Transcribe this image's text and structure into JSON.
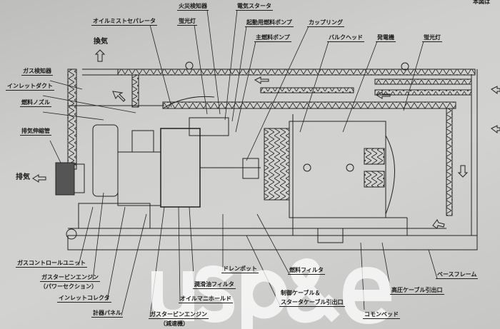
{
  "corner_note": "本図は",
  "labels": {
    "fire_detector": "火災検知器",
    "electric_starter": "電気スタータ",
    "oil_mist_separator": "オイルミストセパレータ",
    "fluorescent_light_left": "蛍光灯",
    "start_fuel_pump": "起動用燃料ポンプ",
    "coupling": "カップリング",
    "main_fuel_pump": "主燃料ポンプ",
    "bulkhead": "バルクヘッド",
    "generator": "発電機",
    "fluorescent_light_right": "蛍光灯",
    "ventilation": "換気",
    "gas_detector": "ガス検知器",
    "inlet_duct": "インレットダクト",
    "fuel_nozzle": "燃料ノズル",
    "exhaust_expansion_pipe": "排気伸縮管",
    "exhaust": "排気",
    "gas_control_unit": "ガスコントロールユニット",
    "gt_engine_power": "ガスタービンエンジン",
    "gt_engine_power_sub": "（パワーセクション）",
    "inlet_collector": "インレットコレクタ",
    "instrument_panel": "計器パネル",
    "gt_engine_reducer": "ガスタービンエンジン",
    "gt_engine_reducer_sub": "（減速機）",
    "oil_manifold": "オイルマニホールド",
    "lube_oil_filter": "潤滑油フィルタ",
    "drain_pot": "ドレンポット",
    "fuel_filter": "燃料フィルタ",
    "control_cable": "制御ケーブル＆",
    "starter_cable_outlet": "スタータケーブル引出口",
    "common_bed": "コモンベッド",
    "hv_cable_outlet": "高圧ケーブル引出口",
    "base_frame": "ベースフレーム"
  },
  "watermark": "usp&e",
  "colors": {
    "ink": "#1a1a1a",
    "paper": "#cdcdcb",
    "watermark": "#ffffff"
  }
}
